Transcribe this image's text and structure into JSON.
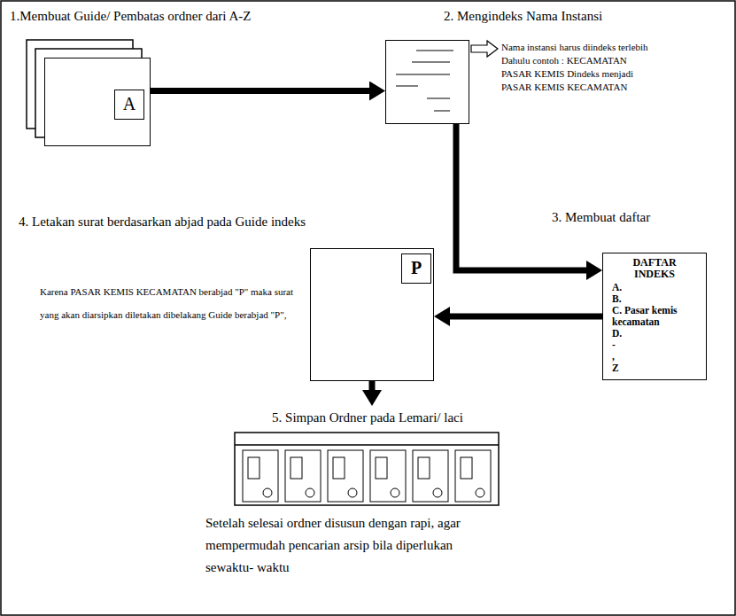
{
  "diagram": {
    "nodes": [
      {
        "text": [
          "1.Membuat Guide/ Pembatas ordner dari A-Z",
          "A"
        ]
      },
      {
        "text": [
          "2. Mengindeks Nama Instansi"
        ]
      },
      {
        "text": [
          "3. Membuat daftar",
          "DAFTAR INDEKS",
          "A.",
          "B.",
          "C. Pasar kemis kecamatan",
          "D.",
          "-",
          ",",
          "Z"
        ]
      },
      {
        "text": [
          "4. Letakan surat berdasarkan abjad pada Guide indeks",
          "P"
        ]
      },
      {
        "text": [
          "5. Simpan Ordner pada Lemari/ laci"
        ]
      }
    ],
    "edges": [
      {
        "from": 0,
        "to": 1,
        "arrow": "to"
      },
      {
        "from": 1,
        "to": 2,
        "arrow": "to"
      },
      {
        "from": 2,
        "to": 3,
        "arrow": "to"
      },
      {
        "from": 3,
        "to": 4,
        "arrow": "to"
      }
    ],
    "labels": [
      "Nama instansi harus diindeks terlebih Dahulu contoh : KECAMATAN PASAR KEMIS Dindeks menjadi PASAR KEMIS KECAMATAN",
      "Karena PASAR KEMIS KECAMATAN berabjad \"P\" maka surat yang akan diarsipkan diletakan dibelakang Guide berabjad \"P\",",
      "Setelah selesai ordner disusun dengan rapi, agar mempermudah pencarian arsip bila diperlukan sewaktu- waktu"
    ]
  }
}
